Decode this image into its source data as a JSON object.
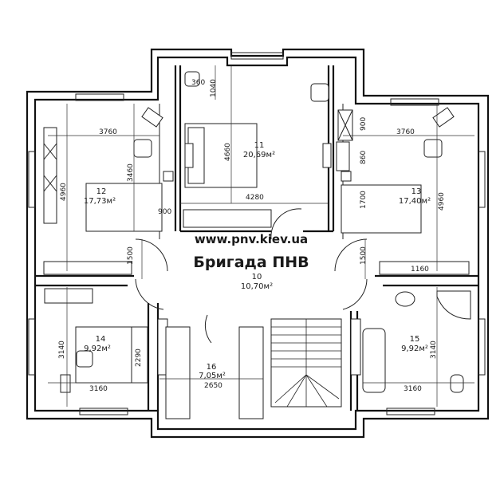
{
  "watermark": {
    "line1": "www.pnv.kiev.ua",
    "line2": "Бригада ПНВ"
  },
  "rooms": [
    {
      "id": "10",
      "area": "10,70м²"
    },
    {
      "id": "11",
      "area": "20,69м²"
    },
    {
      "id": "12",
      "area": "17,73м²"
    },
    {
      "id": "13",
      "area": "17,40м²"
    },
    {
      "id": "14",
      "area": "9,92м²"
    },
    {
      "id": "15",
      "area": "9,92м²"
    },
    {
      "id": "16",
      "area": "7,05м²"
    }
  ],
  "dimensions": {
    "d360": "360",
    "d1040": "1040",
    "d4660": "4660",
    "d4280": "4280",
    "d3760_left": "3760",
    "d3460": "3460",
    "d4960_left": "4960",
    "d1500_left": "1500",
    "d900_left": "900",
    "d3760_right": "3760",
    "d900_right": "900",
    "d860": "860",
    "d4960_right": "4960",
    "d1700": "1700",
    "d1500_right": "1500",
    "d1160": "1160",
    "d3140_left": "3140",
    "d2290": "2290",
    "d3160_left": "3160",
    "d2650": "2650",
    "d3140_right": "3140",
    "d3160_right": "3160"
  }
}
